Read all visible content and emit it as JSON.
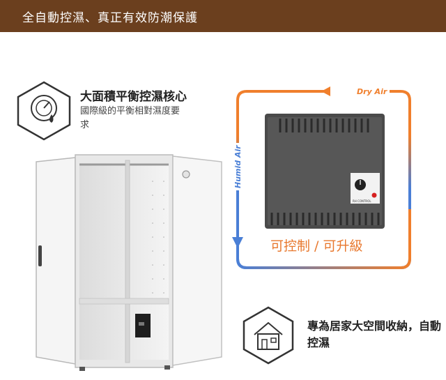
{
  "banner": {
    "text": "全自動控濕、真正有效防潮保護"
  },
  "feature_area": {
    "title": "大面積平衡控濕核心",
    "description": "國際級的平衡相對濕度要求",
    "icon": "gauge-icon"
  },
  "feature_home": {
    "description": "專為居家大空間收納，自動控濕",
    "icon": "house-icon"
  },
  "airflow": {
    "dry_label": "Dry Air",
    "humid_label": "Humid Air",
    "dry_color": "#f07f2c",
    "humid_color": "#4a7fd6"
  },
  "unit": {
    "caption": "可控制 / 可升級",
    "panel_label": "RH CONTROL"
  },
  "colors": {
    "banner": "#6b3f1e",
    "accent": "#e8782e"
  }
}
